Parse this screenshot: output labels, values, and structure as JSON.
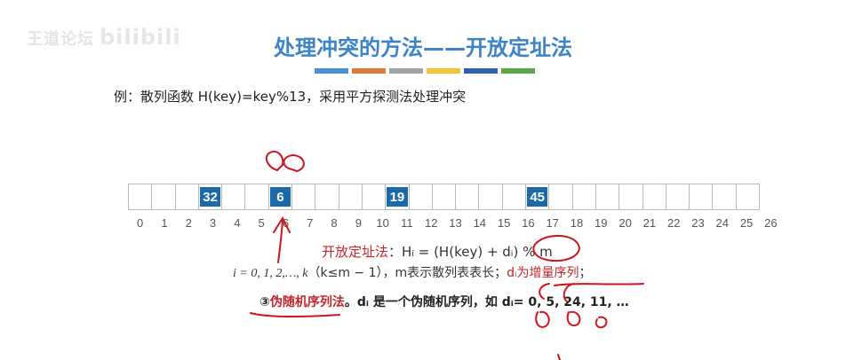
{
  "watermark": {
    "text": "王道论坛",
    "logo": "bilibili"
  },
  "title": "处理冲突的方法——开放定址法",
  "colorbar": [
    "#4a90d9",
    "#e07a35",
    "#a3a3a3",
    "#f1c232",
    "#2f5fae",
    "#5aa745"
  ],
  "example": "例：散列函数 H(key)=key%13，采用平方探测法处理冲突",
  "hash_table": {
    "cells": [
      "",
      "",
      "",
      "32",
      "",
      "",
      "6",
      "",
      "",
      "",
      "",
      "19",
      "",
      "",
      "",
      "",
      "",
      "45",
      "",
      "",
      "",
      "",
      "",
      "",
      "",
      "",
      ""
    ],
    "indices": [
      "0",
      "1",
      "2",
      "3",
      "4",
      "5",
      "6",
      "7",
      "8",
      "9",
      "10",
      "11",
      "12",
      "13",
      "14",
      "15",
      "16",
      "17",
      "18",
      "19",
      "20",
      "21",
      "22",
      "23",
      "24",
      "25",
      "26"
    ]
  },
  "formula_line1": {
    "label": "开放定址法",
    "rest": "：Hᵢ = (H(key) + dᵢ) % m"
  },
  "formula_line2": {
    "part1": "i = 0, 1, 2,…, k",
    "part2": "（k≤m − 1），m表示散列表表长；",
    "part3": "dᵢ为增量序列",
    "part4": "；"
  },
  "method_line": {
    "num": "③",
    "label": "伪随机序列法",
    "rest": "。dᵢ 是一个伪随机序列，如 dᵢ= 0, 5, 24, 11, …"
  }
}
